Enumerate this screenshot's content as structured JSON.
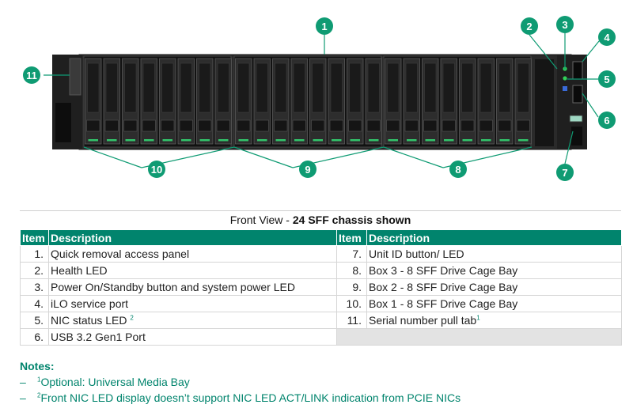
{
  "callouts": [
    "1",
    "2",
    "3",
    "4",
    "5",
    "6",
    "7",
    "8",
    "9",
    "10",
    "11"
  ],
  "caption": {
    "prefix": "Front View - ",
    "bold": "24 SFF chassis shown"
  },
  "table": {
    "headers": {
      "item": "Item",
      "description": "Description"
    },
    "left": [
      {
        "num": "1.",
        "desc": "Quick removal access panel"
      },
      {
        "num": "2.",
        "desc": "Health LED"
      },
      {
        "num": "3.",
        "desc": "Power On/Standby button and system power LED"
      },
      {
        "num": "4.",
        "desc": "iLO service port"
      },
      {
        "num": "5.",
        "desc": "NIC status LED",
        "sup": "2"
      },
      {
        "num": "6.",
        "desc": "USB 3.2 Gen1 Port"
      }
    ],
    "right": [
      {
        "num": "7.",
        "desc": "Unit ID button/ LED"
      },
      {
        "num": "8.",
        "desc": "Box 3 - 8 SFF Drive Cage Bay"
      },
      {
        "num": "9.",
        "desc": "Box 2 - 8 SFF Drive Cage Bay"
      },
      {
        "num": "10.",
        "desc": "Box 1 - 8 SFF Drive Cage Bay"
      },
      {
        "num": "11.",
        "desc": "Serial number pull tab",
        "sup": "1"
      }
    ]
  },
  "notes": {
    "title": "Notes:",
    "items": [
      {
        "dash": "–",
        "sup": "1",
        "text": "Optional: Universal Media Bay"
      },
      {
        "dash": "–",
        "sup": "2",
        "text": "Front NIC LED display doesn’t support NIC LED ACT/LINK indication from PCIE NICs"
      }
    ]
  },
  "colors": {
    "accent": "#01846d",
    "callout": "#0f9b73",
    "chassis": "#1b1b1b"
  }
}
